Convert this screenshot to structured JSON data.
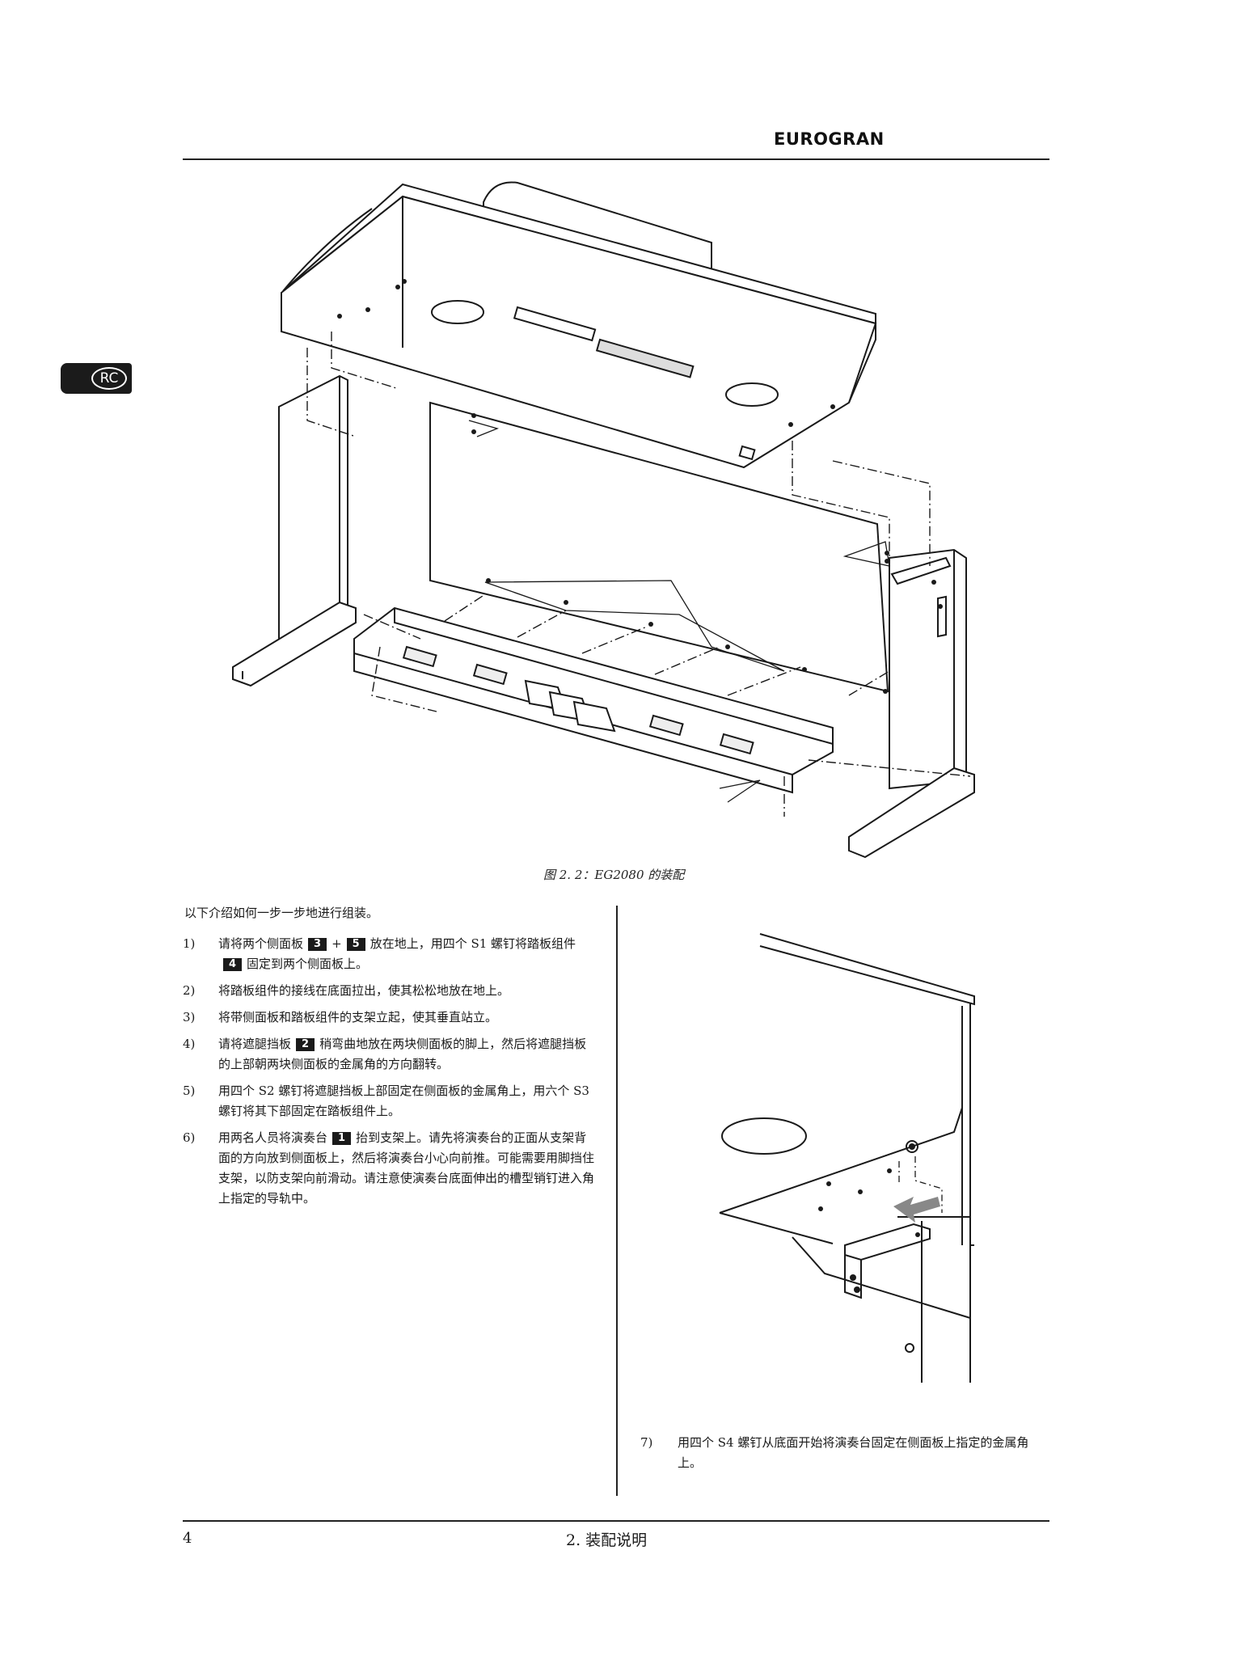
{
  "header": {
    "brand": "EUROGRAN"
  },
  "language_tab": {
    "label": "RC"
  },
  "figure": {
    "caption": "图 2. 2：EG2080 的装配"
  },
  "intro": "以下介绍如何一步一步地进行组装。",
  "steps": [
    {
      "num": "1)",
      "p1": "请将两个侧面板",
      "b1": "3",
      "p2": "+",
      "b2": "5",
      "p3": "放在地上，用四个 S1 螺钉将踏板组件",
      "b3": "4",
      "p4": "固定到两个侧面板上。"
    },
    {
      "num": "2)",
      "text": "将踏板组件的接线在底面拉出，使其松松地放在地上。"
    },
    {
      "num": "3)",
      "text": "将带侧面板和踏板组件的支架立起，使其垂直站立。"
    },
    {
      "num": "4)",
      "p1": "请将遮腿挡板",
      "b1": "2",
      "p2": "稍弯曲地放在两块侧面板的脚上，然后将遮腿挡板的上部朝两块侧面板的金属角的方向翻转。"
    },
    {
      "num": "5)",
      "text": "用四个 S2 螺钉将遮腿挡板上部固定在侧面板的金属角上，用六个 S3 螺钉将其下部固定在踏板组件上。"
    },
    {
      "num": "6)",
      "p1": "用两名人员将演奏台",
      "b1": "1",
      "p2": "抬到支架上。请先将演奏台的正面从支架背面的方向放到侧面板上，然后将演奏台小心向前推。可能需要用脚挡住支架，以防支架向前滑动。请注意使演奏台底面伸出的槽型销钉进入角上指定的导轨中。"
    }
  ],
  "step7": {
    "num": "7)",
    "text": "用四个 S4 螺钉从底面开始将演奏台固定在侧面板上指定的金属角上。"
  },
  "footer": {
    "page_number": "4",
    "section_title": "2. 装配说明"
  }
}
